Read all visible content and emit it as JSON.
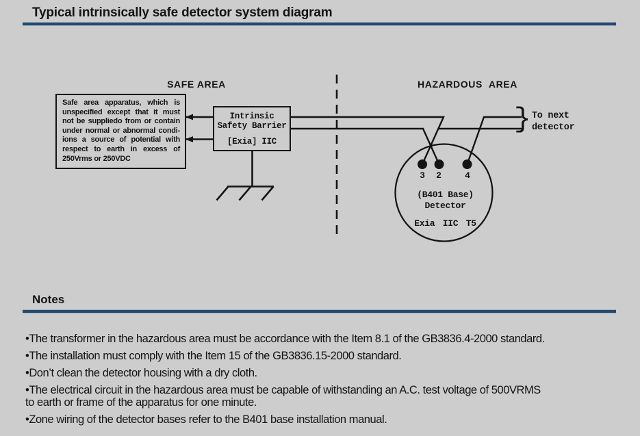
{
  "title": "Typical intrinsically safe detector system diagram",
  "colors": {
    "background": "#cdcdcd",
    "accent_bar": "#27486b",
    "accent_bar_edge": "#9db0c4",
    "ink": "#141414"
  },
  "diagram": {
    "safe_area_label": "SAFE AREA",
    "hazardous_area_label": "HAZARDOUS AREA",
    "apparatus_lines": [
      "Safe area apparatus, which is",
      "unspecified except that it must",
      "not be suppliedo from or contain",
      "under normal or abnormal condi-",
      "ions a source of potential with",
      "respect to earth in excess of",
      "250Vrms or 250VDC"
    ],
    "barrier_lines": [
      "Intrinsic",
      "Safety Barrier",
      "[Exia] IIC"
    ],
    "terminal_labels": [
      "3",
      "2",
      "4"
    ],
    "detector_lines": [
      "(B401 Base)",
      "Detector",
      "Exia IIC T5"
    ],
    "to_next_brace": "}",
    "to_next_label": "To next\ndetector"
  },
  "notes": {
    "heading": "Notes",
    "items": [
      "•The transformer in the hazardous area must be accordance with the Item 8.1 of the GB3836.4-2000 standard.",
      "•The installation must comply with the Item 15 of the GB3836.15-2000 standard.",
      "•Don’t clean the detector housing with a dry cloth.",
      "•The electrical circuit in the hazardous area must be capable of withstanding an A.C. test voltage of 500VRMS\nto earth or frame of the apparatus for one minute.",
      "•Zone wiring of the detector bases refer to the B401 base installation manual."
    ]
  }
}
